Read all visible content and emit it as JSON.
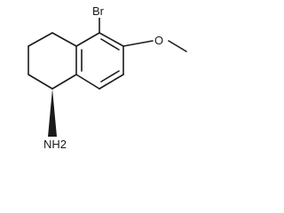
{
  "molecule": {
    "atom_labels": {
      "bromine": "Br",
      "methoxy_oxygen": "O",
      "amine": "NH2"
    }
  }
}
